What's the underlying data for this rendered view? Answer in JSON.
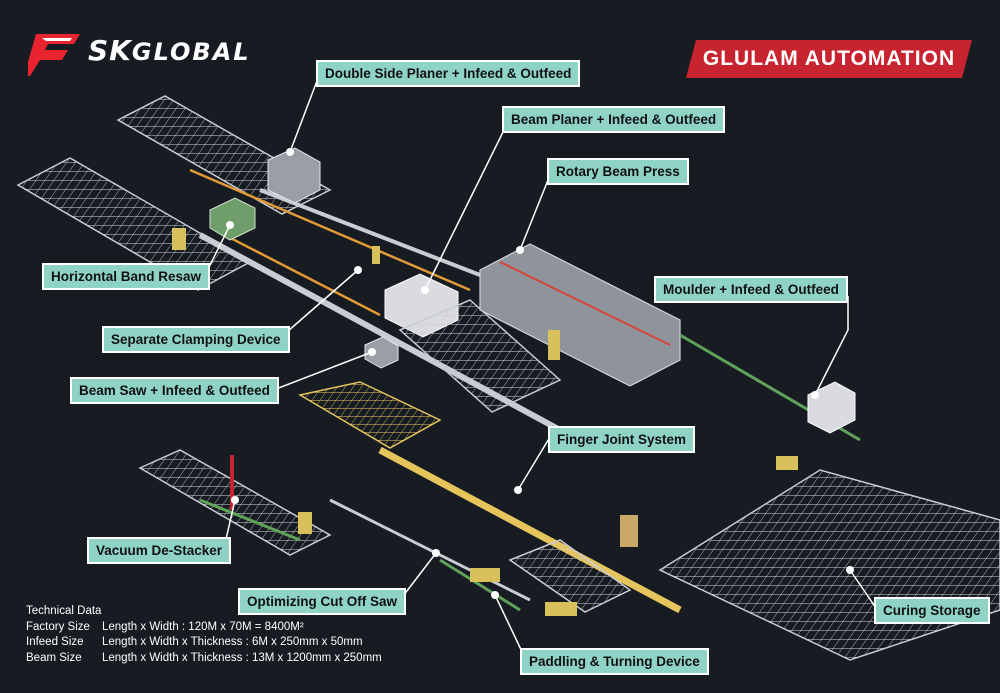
{
  "brand": {
    "logo_text_bold": "SK",
    "logo_text_rest": "GLOBAL",
    "red": "#e8252f"
  },
  "banner": {
    "title": "GLULAM AUTOMATION",
    "color": "#c8242f"
  },
  "labels": [
    {
      "id": "double-side-planer",
      "text": "Double Side Planer + Infeed & Outfeed"
    },
    {
      "id": "beam-planer",
      "text": "Beam Planer + Infeed & Outfeed"
    },
    {
      "id": "rotary-beam-press",
      "text": "Rotary Beam Press"
    },
    {
      "id": "horizontal-band-resaw",
      "text": "Horizontal Band Resaw"
    },
    {
      "id": "moulder",
      "text": "Moulder + Infeed & Outfeed"
    },
    {
      "id": "separate-clamping-device",
      "text": "Separate Clamping Device"
    },
    {
      "id": "beam-saw",
      "text": "Beam Saw + Infeed & Outfeed"
    },
    {
      "id": "finger-joint-system",
      "text": "Finger Joint System"
    },
    {
      "id": "vacuum-de-stacker",
      "text": "Vacuum De-Stacker"
    },
    {
      "id": "optimizing-cut-off-saw",
      "text": "Optimizing Cut Off Saw"
    },
    {
      "id": "curing-storage",
      "text": "Curing Storage"
    },
    {
      "id": "paddling-turning-device",
      "text": "Paddling & Turning Device"
    }
  ],
  "technical": {
    "heading": "Technical Data",
    "rows": [
      {
        "key": "Factory Size",
        "value": "Length x Width : 120M x 70M = 8400M²"
      },
      {
        "key": "Infeed Size",
        "value": "Length x Width x Thickness : 6M x 250mm x 50mm"
      },
      {
        "key": "Beam Size",
        "value": "Length x Width x Thickness : 13M x 1200mm x 250mm"
      }
    ]
  },
  "colors": {
    "label_bg": "#8fd3c6",
    "background": "#171b22",
    "frame": "#c9ccd2",
    "conveyor": "#e39a34",
    "accent_green": "#5fa35a",
    "yellow": "#d8c15a"
  }
}
